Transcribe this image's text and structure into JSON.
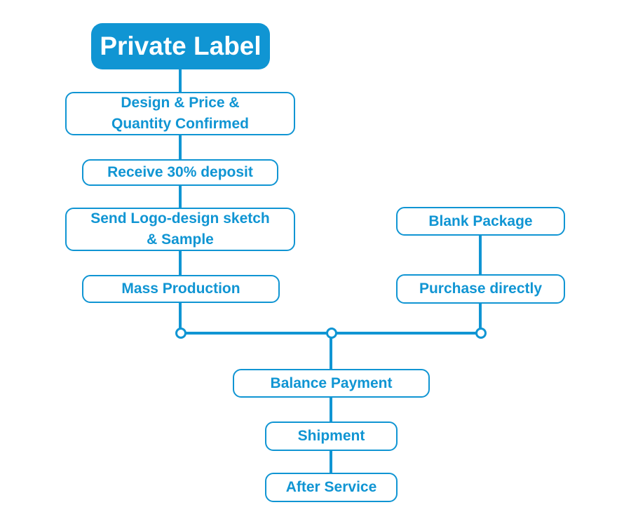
{
  "colors": {
    "primary_blue": "#1095d3",
    "background": "#ffffff",
    "title_text": "#ffffff"
  },
  "diagram": {
    "title": "Private Label",
    "private_label_steps": [
      "Design & Price &\nQuantity Confirmed",
      "Receive 30% deposit",
      "Send Logo-design sketch\n& Sample",
      "Mass Production"
    ],
    "blank_package_steps": [
      "Blank Package",
      "Purchase directly"
    ],
    "merged_steps": [
      "Balance Payment",
      "Shipment",
      "After Service"
    ]
  }
}
